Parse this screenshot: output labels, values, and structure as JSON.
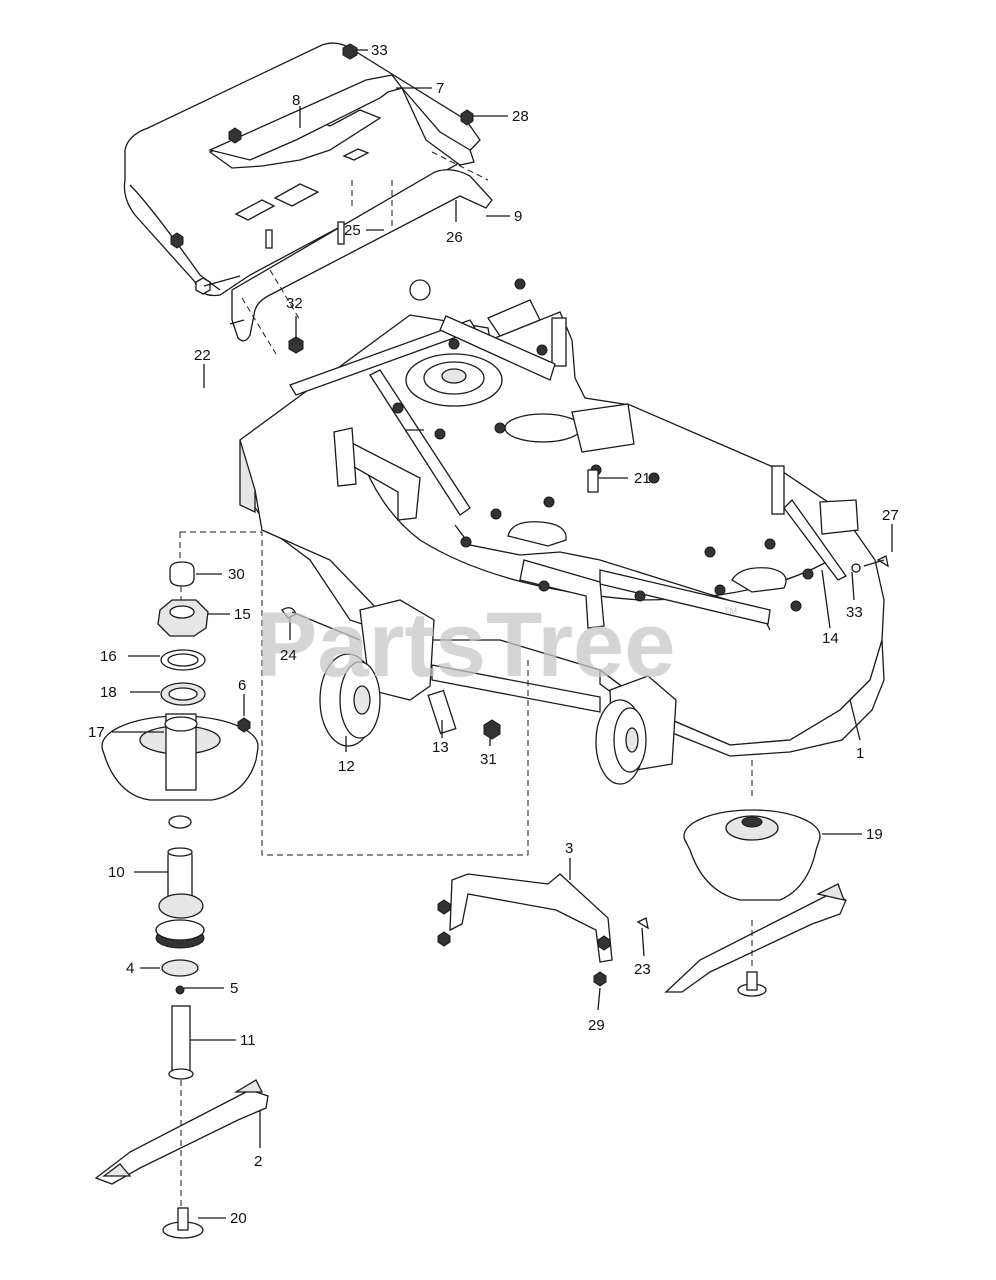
{
  "watermark": {
    "text": "PartsTree",
    "tm": "TM"
  },
  "callouts": [
    {
      "label": "33"
    },
    {
      "label": "7"
    },
    {
      "label": "8"
    },
    {
      "label": "28"
    },
    {
      "label": "9"
    },
    {
      "label": "25"
    },
    {
      "label": "26"
    },
    {
      "label": "32"
    },
    {
      "label": "22"
    },
    {
      "label": "21"
    },
    {
      "label": "27"
    },
    {
      "label": "30"
    },
    {
      "label": "15"
    },
    {
      "label": "16"
    },
    {
      "label": "6"
    },
    {
      "label": "18"
    },
    {
      "label": "17"
    },
    {
      "label": "24"
    },
    {
      "label": "33"
    },
    {
      "label": "14"
    },
    {
      "label": "12"
    },
    {
      "label": "13"
    },
    {
      "label": "31"
    },
    {
      "label": "1"
    },
    {
      "label": "19"
    },
    {
      "label": "10"
    },
    {
      "label": "3"
    },
    {
      "label": "4"
    },
    {
      "label": "5"
    },
    {
      "label": "23"
    },
    {
      "label": "29"
    },
    {
      "label": "11"
    },
    {
      "label": "2"
    },
    {
      "label": "20"
    }
  ]
}
